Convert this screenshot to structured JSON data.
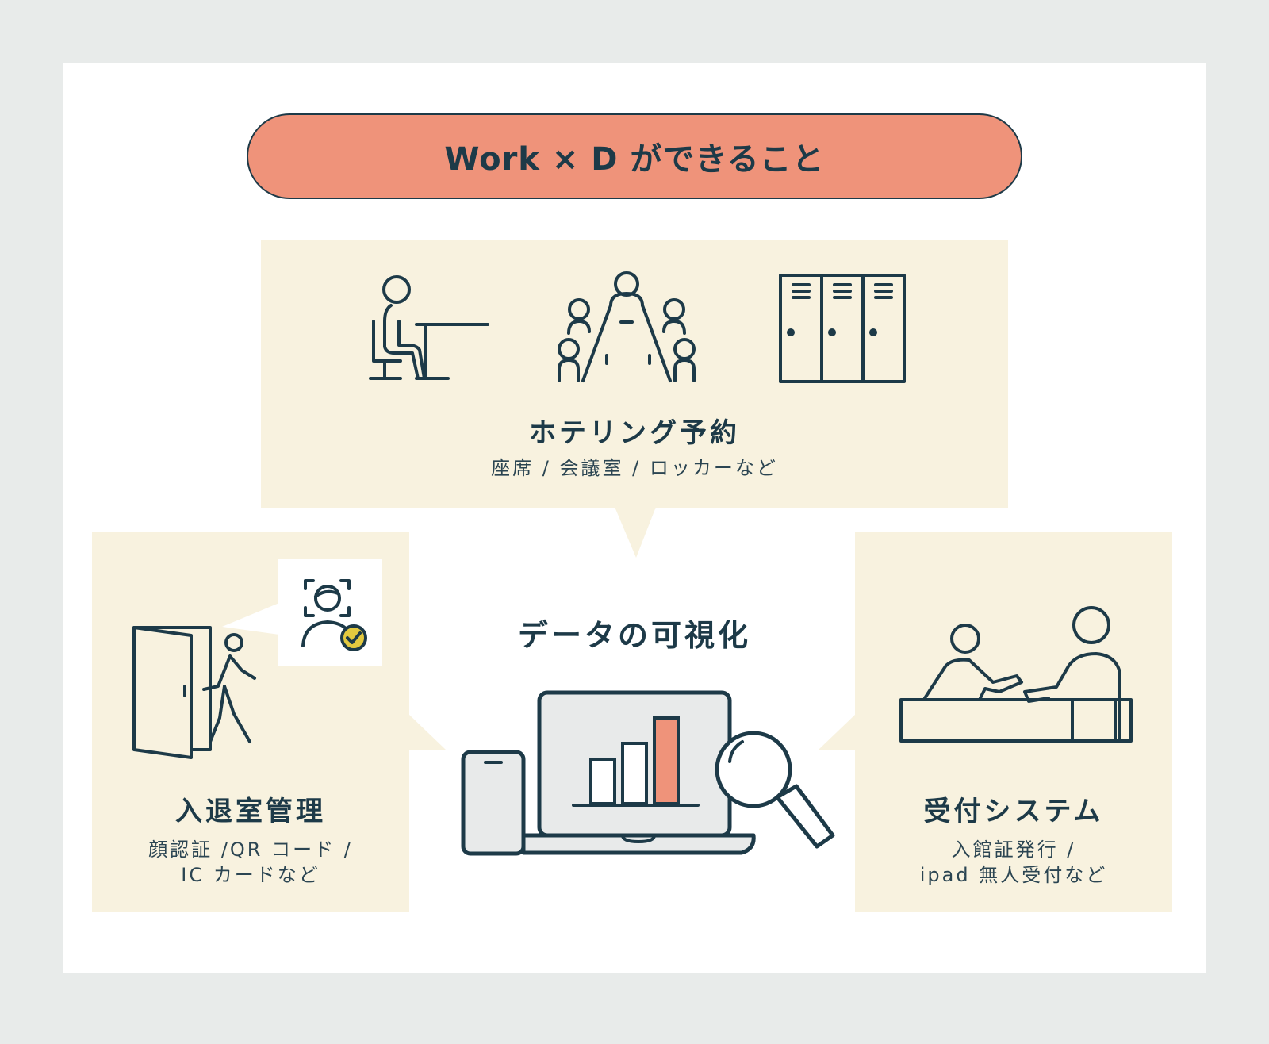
{
  "header": {
    "title": "Work × D ができること"
  },
  "hoteling": {
    "title": "ホテリング予約",
    "subtitle": "座席 / 会議室 / ロッカーなど"
  },
  "center": {
    "title": "データの可視化"
  },
  "access": {
    "title": "入退室管理",
    "subtitle_line1": "顔認証 /QR コード /",
    "subtitle_line2": "IC カードなど"
  },
  "reception": {
    "title": "受付システム",
    "subtitle_line1": "入館証発行 /",
    "subtitle_line2": "ipad 無人受付など"
  },
  "colors": {
    "accent": "#ef937a",
    "panel": "#f8f2df",
    "ink": "#1d3a48",
    "background": "#e8ebea",
    "check": "#e3c93f"
  }
}
